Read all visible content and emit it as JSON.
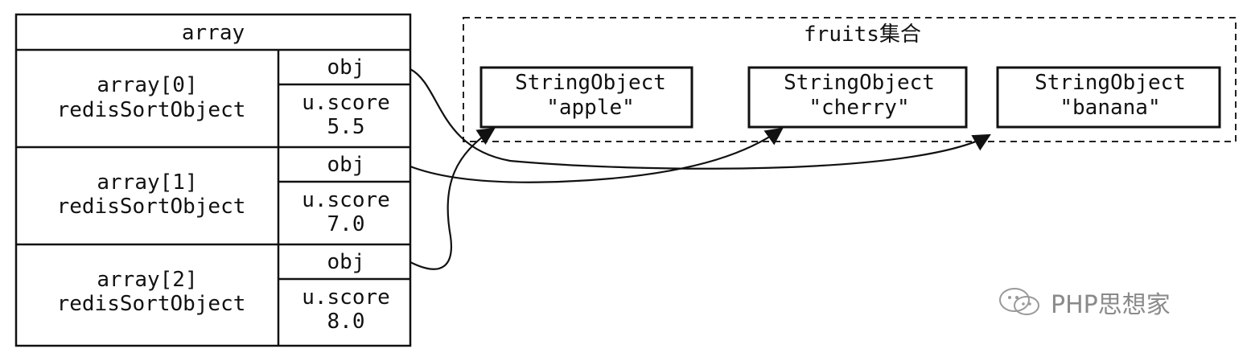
{
  "array": {
    "title": "array",
    "rows": [
      {
        "index_label": "array[0]",
        "type_label": "redisSortObject",
        "obj_label": "obj",
        "score_label": "u.score",
        "score_value": "5.5"
      },
      {
        "index_label": "array[1]",
        "type_label": "redisSortObject",
        "obj_label": "obj",
        "score_label": "u.score",
        "score_value": "7.0"
      },
      {
        "index_label": "array[2]",
        "type_label": "redisSortObject",
        "obj_label": "obj",
        "score_label": "u.score",
        "score_value": "8.0"
      }
    ]
  },
  "set": {
    "title": "fruits集合",
    "objects": [
      {
        "type_label": "StringObject",
        "value": "\"apple\""
      },
      {
        "type_label": "StringObject",
        "value": "\"cherry\""
      },
      {
        "type_label": "StringObject",
        "value": "\"banana\""
      }
    ]
  },
  "watermark": {
    "icon": "wechat-icon",
    "text": "PHP思想家"
  }
}
